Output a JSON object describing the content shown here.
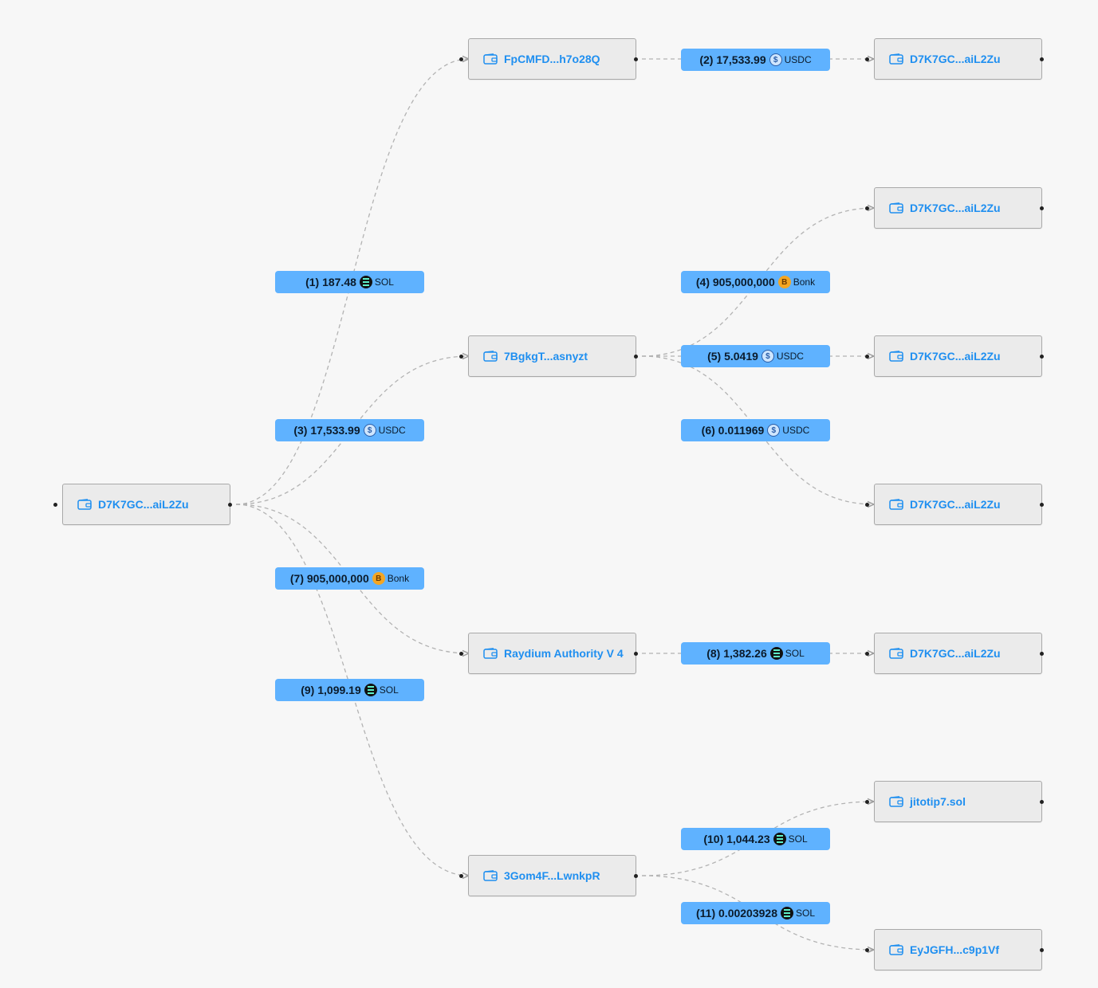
{
  "nodes": {
    "root": "D7K7GC...aiL2Zu",
    "fpcmfd": "FpCMFD...h7o28Q",
    "bgkgt": "7BgkgT...asnyzt",
    "raydium": "Raydium Authority V 4",
    "gom4f": "3Gom4F...LwnkpR",
    "dest1": "D7K7GC...aiL2Zu",
    "dest2": "D7K7GC...aiL2Zu",
    "dest3": "D7K7GC...aiL2Zu",
    "dest4": "D7K7GC...aiL2Zu",
    "dest5": "D7K7GC...aiL2Zu",
    "jito": "jitotip7.sol",
    "eyjgfh": "EyJGFH...c9p1Vf"
  },
  "transfers": [
    {
      "label": "(1) 187.48",
      "token": "SOL",
      "icon": "sol-icon"
    },
    {
      "label": "(2) 17,533.99",
      "token": "USDC",
      "icon": "usdc-icon"
    },
    {
      "label": "(3) 17,533.99",
      "token": "USDC",
      "icon": "usdc-icon"
    },
    {
      "label": "(4) 905,000,000",
      "token": "Bonk",
      "icon": "bonk-icon"
    },
    {
      "label": "(5) 5.0419",
      "token": "USDC",
      "icon": "usdc-icon"
    },
    {
      "label": "(6) 0.011969",
      "token": "USDC",
      "icon": "usdc-icon"
    },
    {
      "label": "(7) 905,000,000",
      "token": "Bonk",
      "icon": "bonk-icon"
    },
    {
      "label": "(8) 1,382.26",
      "token": "SOL",
      "icon": "sol-icon"
    },
    {
      "label": "(9) 1,099.19",
      "token": "SOL",
      "icon": "sol-icon"
    },
    {
      "label": "(10) 1,044.23",
      "token": "SOL",
      "icon": "sol-icon"
    },
    {
      "label": "(11) 0.00203928",
      "token": "SOL",
      "icon": "sol-icon"
    }
  ],
  "colors": {
    "node_label": "#1f8ff0",
    "pill_bg": "#5fb2ff",
    "edge": "#b0b0b0",
    "background": "#f7f7f7"
  }
}
